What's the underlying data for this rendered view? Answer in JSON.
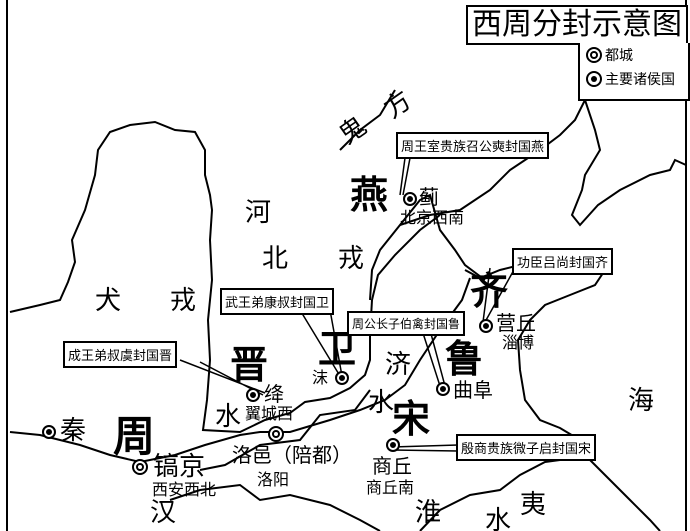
{
  "title": "西周分封示意图",
  "legend": {
    "capital": "都城",
    "major_state": "主要诸侯国"
  },
  "regions": {
    "guifang_1": "鬼",
    "guifang_2": "方",
    "yan": "燕",
    "he": "河",
    "bei": "北",
    "rong1": "戎",
    "quan": "犬",
    "rong2": "戎",
    "qi": "齐",
    "jin": "晋",
    "wei": "卫",
    "lu": "鲁",
    "song": "宋",
    "zhou": "周",
    "ji": "济",
    "shui1": "水",
    "shui2": "水",
    "shui3": "水",
    "hai": "海",
    "han": "汉",
    "huai": "淮",
    "yi": "夷"
  },
  "cities": {
    "ji_city": "蓟",
    "ji_modern": "北京西南",
    "yingqiu": "营丘",
    "yingqiu_modern": "淄博",
    "qufu": "曲阜",
    "mo": "沫",
    "jiang": "绛",
    "jiang_modern": "翼城西",
    "luoyi": "洛邑（陪都）",
    "luoyang": "洛阳",
    "hao": "镐京",
    "hao_modern": "西安西北",
    "qin": "秦",
    "shangqiu": "商丘",
    "shangqiu_modern": "商丘南"
  },
  "callouts": {
    "yan": "周王室贵族召公奭封国燕",
    "qi": "功臣吕尚封国齐",
    "wei": "武王弟康叔封国卫",
    "lu": "周公长子伯禽封国鲁",
    "jin": "成王弟叔虞封国晋",
    "song": "殷商贵族微子启封国宋"
  }
}
